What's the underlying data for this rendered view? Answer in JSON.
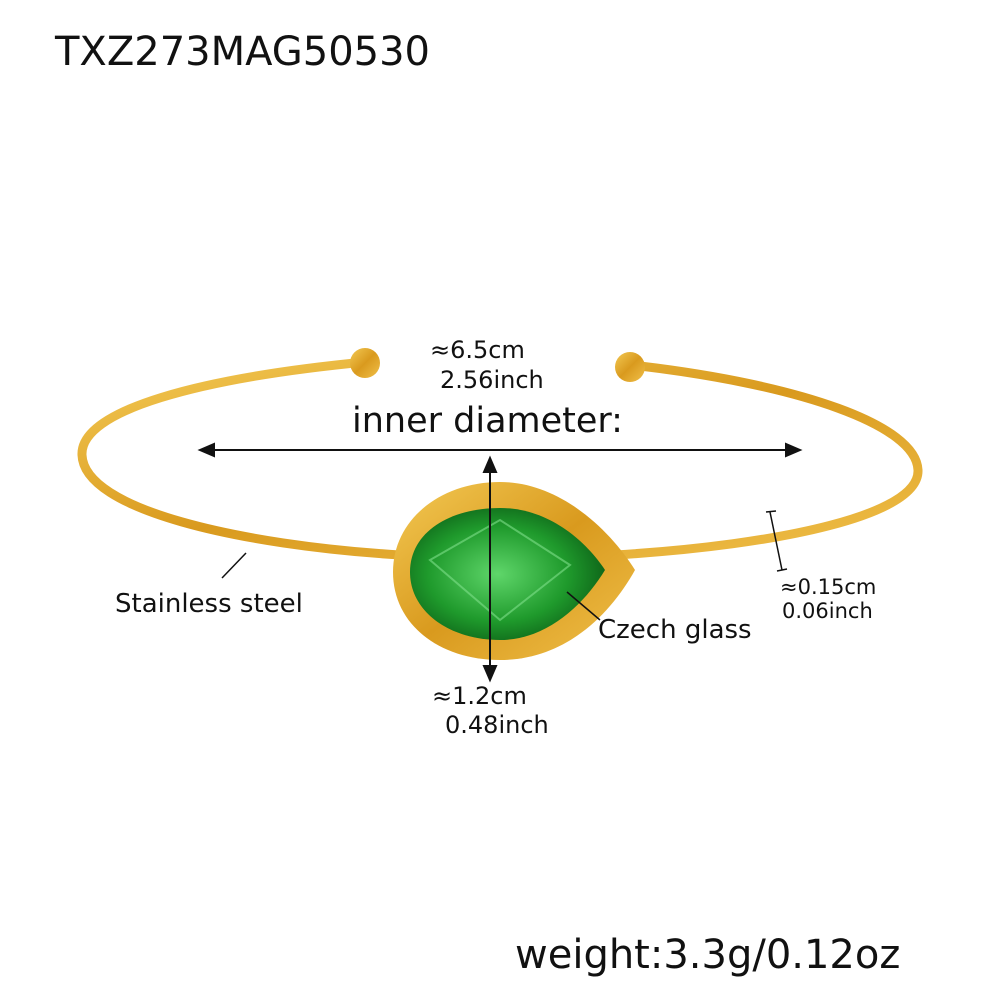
{
  "product_code": "TXZ273MAG50530",
  "diameter": {
    "cm": "≈6.5cm",
    "inch": "2.56inch",
    "label": "inner diameter:"
  },
  "material_band": "Stainless steel",
  "material_stone": "Czech glass",
  "band_width": {
    "cm": "≈0.15cm",
    "inch": "0.06inch"
  },
  "stone_height": {
    "cm": "≈1.2cm",
    "inch": "0.48inch"
  },
  "weight": "weight:3.3g/0.12oz",
  "colors": {
    "gold": "#e0a62a",
    "stone": "#1f9a2c"
  }
}
